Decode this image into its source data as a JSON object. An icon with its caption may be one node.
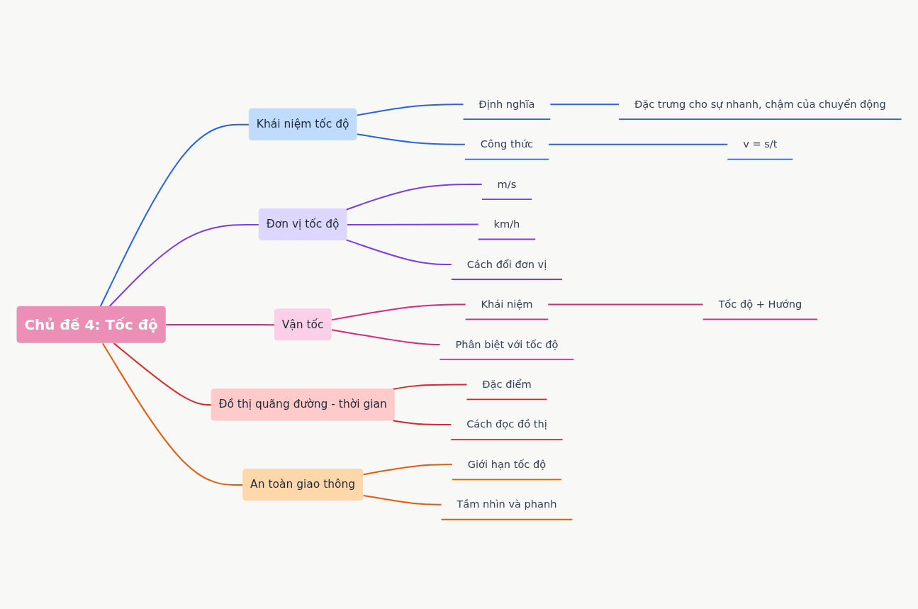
{
  "diagram": {
    "nodes": [
      {
        "text": [
          "Chủ đề 4: Tốc độ"
        ]
      },
      {
        "text": [
          "Khái niệm tốc độ"
        ]
      },
      {
        "text": [
          "Định nghĩa"
        ]
      },
      {
        "text": [
          "Đặc trưng cho sự nhanh, chậm của chuyển động"
        ]
      },
      {
        "text": [
          "Công thức"
        ]
      },
      {
        "text": [
          "v = s/t"
        ]
      },
      {
        "text": [
          "Đơn vị tốc độ"
        ]
      },
      {
        "text": [
          "m/s"
        ]
      },
      {
        "text": [
          "km/h"
        ]
      },
      {
        "text": [
          "Cách đổi đơn vị"
        ]
      },
      {
        "text": [
          "Vận tốc"
        ]
      },
      {
        "text": [
          "Khái niệm"
        ]
      },
      {
        "text": [
          "Tốc độ + Hướng"
        ]
      },
      {
        "text": [
          "Phân biệt với tốc độ"
        ]
      },
      {
        "text": [
          "Đồ thị quãng đường - thời gian"
        ]
      },
      {
        "text": [
          "Đặc điểm"
        ]
      },
      {
        "text": [
          "Cách đọc đồ thị"
        ]
      },
      {
        "text": [
          "An toàn giao thông"
        ]
      },
      {
        "text": [
          "Giới hạn tốc độ"
        ]
      },
      {
        "text": [
          "Tầm nhìn và phanh"
        ]
      }
    ],
    "edges": [
      {
        "from": 0,
        "to": 1,
        "arrow": "none",
        "color": "#2563eb"
      },
      {
        "from": 1,
        "to": 2,
        "arrow": "none",
        "color": "#2563eb"
      },
      {
        "from": 2,
        "to": 3,
        "arrow": "none",
        "color": "#2563eb"
      },
      {
        "from": 1,
        "to": 4,
        "arrow": "none",
        "color": "#2563eb"
      },
      {
        "from": 4,
        "to": 5,
        "arrow": "none",
        "color": "#2563eb"
      },
      {
        "from": 0,
        "to": 6,
        "arrow": "none",
        "color": "#7c3aed"
      },
      {
        "from": 6,
        "to": 7,
        "arrow": "none",
        "color": "#7c3aed"
      },
      {
        "from": 6,
        "to": 8,
        "arrow": "none",
        "color": "#7c3aed"
      },
      {
        "from": 6,
        "to": 9,
        "arrow": "none",
        "color": "#7c3aed"
      },
      {
        "from": 0,
        "to": 10,
        "arrow": "none",
        "color": "#db2777"
      },
      {
        "from": 10,
        "to": 11,
        "arrow": "none",
        "color": "#db2777"
      },
      {
        "from": 11,
        "to": 12,
        "arrow": "none",
        "color": "#db2777"
      },
      {
        "from": 10,
        "to": 13,
        "arrow": "none",
        "color": "#db2777"
      },
      {
        "from": 0,
        "to": 14,
        "arrow": "none",
        "color": "#dc2626"
      },
      {
        "from": 14,
        "to": 15,
        "arrow": "none",
        "color": "#dc2626"
      },
      {
        "from": 14,
        "to": 16,
        "arrow": "none",
        "color": "#dc2626"
      },
      {
        "from": 0,
        "to": 17,
        "arrow": "none",
        "color": "#ea580c"
      },
      {
        "from": 17,
        "to": 18,
        "arrow": "none",
        "color": "#ea580c"
      },
      {
        "from": 17,
        "to": 19,
        "arrow": "none",
        "color": "#ea580c"
      }
    ]
  }
}
